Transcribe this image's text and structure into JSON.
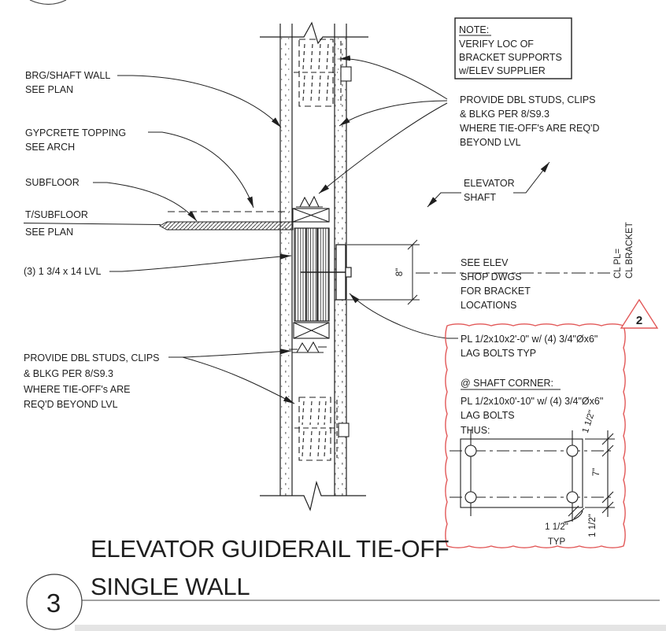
{
  "drawing": {
    "note_box": {
      "heading": "NOTE:",
      "line1": "VERIFY LOC OF",
      "line2": "BRACKET SUPPORTS",
      "line3": "w/ELEV SUPPLIER"
    },
    "left_labels": {
      "brg1": "BRG/SHAFT WALL",
      "brg2": "SEE PLAN",
      "gyp1": "GYPCRETE TOPPING",
      "gyp2": "SEE ARCH",
      "subfloor": "SUBFLOOR",
      "tsub1": "T/SUBFLOOR",
      "tsub2": "SEE PLAN",
      "lvl": "(3) 1 3/4 x 14 LVL",
      "provide1": "PROVIDE DBL STUDS, CLIPS",
      "provide2": "& BLKG PER  8/S9.3",
      "provide3": "WHERE TIE-OFF's ARE",
      "provide4": "REQ'D BEYOND LVL"
    },
    "right_labels": {
      "provide1": "PROVIDE DBL STUDS, CLIPS",
      "provide2": "& BLKG PER  8/S9.3",
      "provide3": "WHERE TIE-OFF's ARE REQ'D",
      "provide4": "BEYOND LVL",
      "shaft1": "ELEVATOR",
      "shaft2": "SHAFT",
      "see1": "SEE ELEV",
      "see2": "SHOP DWGS",
      "see3": "FOR BRACKET",
      "see4": "LOCATIONS",
      "cl1": "CL PL=",
      "cl2": "CL BRACKET"
    },
    "dims": {
      "d8": "8\"",
      "d15a": "1 1/2\"",
      "d7": "7\"",
      "d15b": "1 1/2\"",
      "d15typ1": "1 1/2\"",
      "d15typ2": "TYP"
    },
    "cloud_notes": {
      "pl1": "PL 1/2x10x2'-0\" w/ (4) 3/4\"Øx6\"",
      "pl2": "LAG BOLTS TYP",
      "corner_heading": "@ SHAFT CORNER:",
      "corner1": "PL 1/2x10x0'-10\" w/ (4) 3/4\"Øx6\"",
      "corner2": "LAG BOLTS",
      "corner3": "THUS:"
    },
    "revision_number": "2",
    "title": {
      "number": "3",
      "line1": "ELEVATOR GUIDERAIL TIE-OFF",
      "line2": "SINGLE WALL"
    }
  },
  "colors": {
    "ink": "#1f1f1f",
    "cloud_red": "#e25858"
  }
}
